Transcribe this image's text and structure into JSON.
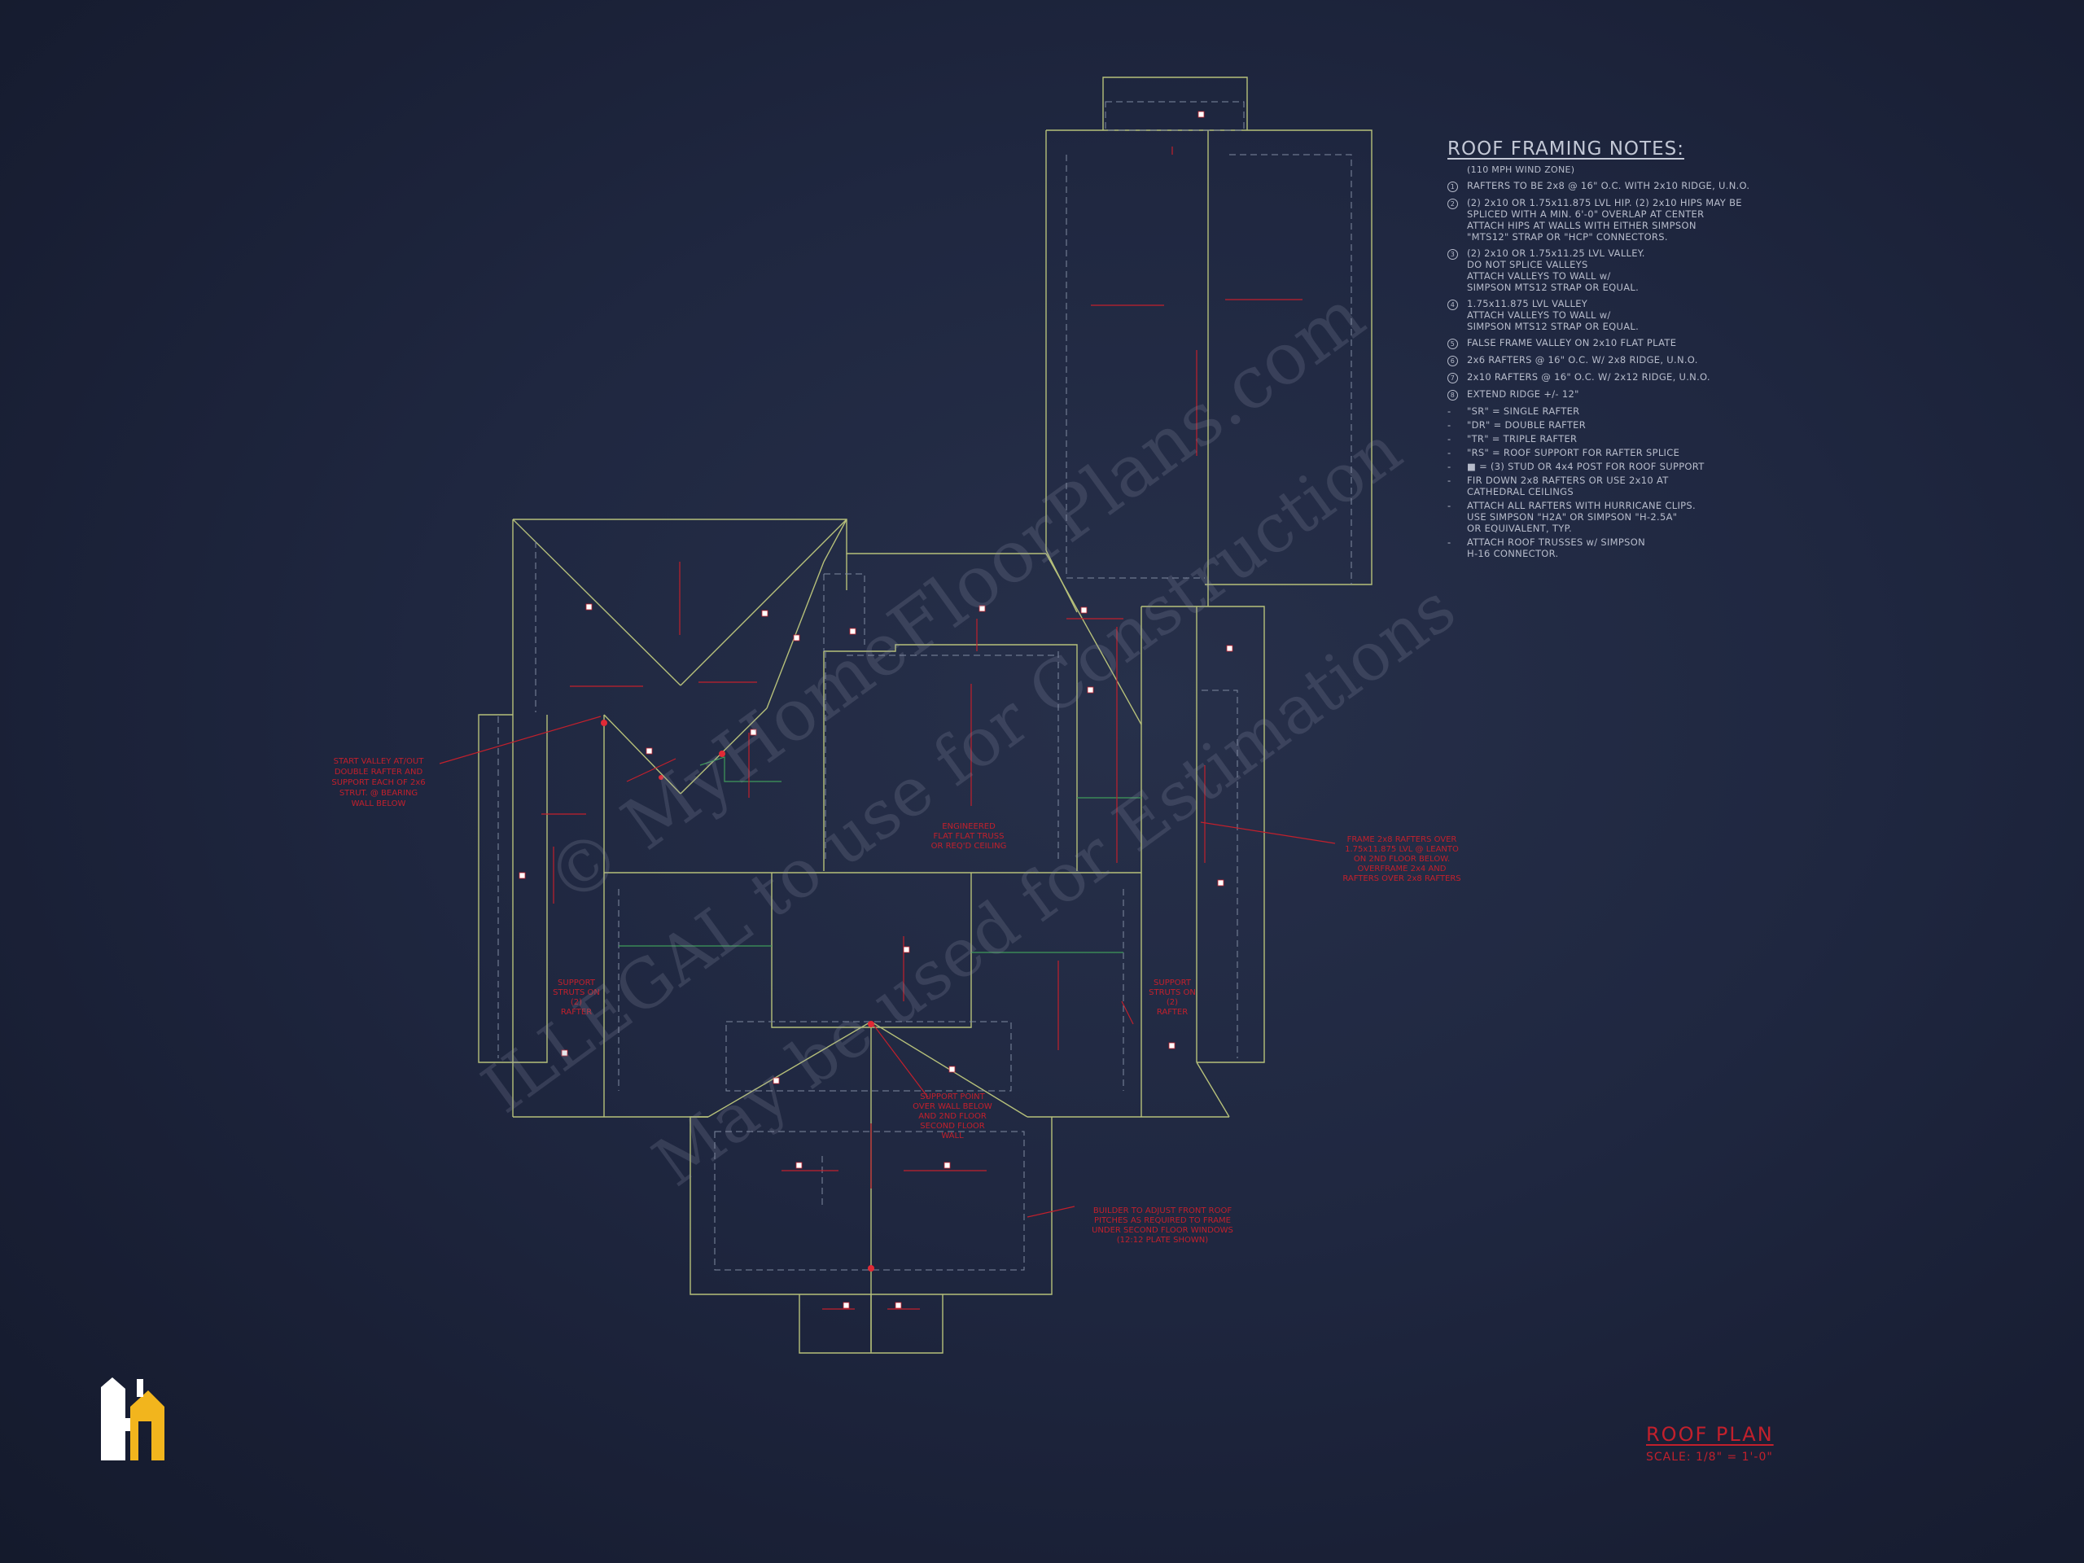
{
  "notes": {
    "title": "ROOF FRAMING NOTES:",
    "subtitle": "(110 MPH WIND ZONE)",
    "items": [
      {
        "marker": "1",
        "text": "RAFTERS TO BE 2x8 @ 16\" O.C. WITH 2x10 RIDGE, U.N.O."
      },
      {
        "marker": "2",
        "text": "(2) 2x10 OR 1.75x11.875 LVL HIP. (2) 2x10 HIPS MAY BE\nSPLICED WITH A MIN. 6'-0\" OVERLAP AT CENTER\nATTACH HIPS AT WALLS WITH EITHER SIMPSON\n\"MTS12\" STRAP OR \"HCP\" CONNECTORS."
      },
      {
        "marker": "3",
        "text": "(2) 2x10 OR 1.75x11.25 LVL VALLEY.\nDO NOT SPLICE VALLEYS\nATTACH VALLEYS TO WALL w/\nSIMPSON MTS12 STRAP OR EQUAL."
      },
      {
        "marker": "4",
        "text": "1.75x11.875 LVL VALLEY\nATTACH VALLEYS TO WALL w/\nSIMPSON MTS12 STRAP OR EQUAL."
      },
      {
        "marker": "5",
        "text": "FALSE FRAME VALLEY ON 2x10 FLAT PLATE"
      },
      {
        "marker": "6",
        "text": "2x6 RAFTERS @ 16\" O.C. W/ 2x8 RIDGE, U.N.O."
      },
      {
        "marker": "7",
        "text": "2x10 RAFTERS @ 16\" O.C. W/ 2x12 RIDGE, U.N.O."
      },
      {
        "marker": "8",
        "text": "EXTEND RIDGE +/- 12\""
      },
      {
        "marker": "-",
        "text": "\"SR\" = SINGLE RAFTER"
      },
      {
        "marker": "-",
        "text": "\"DR\" = DOUBLE RAFTER"
      },
      {
        "marker": "-",
        "text": "\"TR\" = TRIPLE RAFTER"
      },
      {
        "marker": "-",
        "text": "\"RS\" = ROOF SUPPORT FOR RAFTER SPLICE"
      },
      {
        "marker": "-",
        "text": "■ = (3) STUD OR 4x4 POST FOR ROOF SUPPORT"
      },
      {
        "marker": "-",
        "text": "FIR DOWN 2x8 RAFTERS OR USE 2x10 AT\nCATHEDRAL CEILINGS"
      },
      {
        "marker": "-",
        "text": "ATTACH ALL RAFTERS WITH HURRICANE CLIPS.\nUSE SIMPSON \"H2A\" OR SIMPSON \"H-2.5A\"\nOR EQUIVALENT, TYP."
      },
      {
        "marker": "-",
        "text": "ATTACH ROOF TRUSSES w/ SIMPSON\nH-16 CONNECTOR."
      }
    ]
  },
  "plan": {
    "title": "ROOF PLAN",
    "scale": "SCALE: 1/8\" = 1'-0\""
  },
  "watermark": {
    "line1": "© MyHomeFloorPlans.com",
    "line2": "ILLEGAL to use for Construction",
    "line3": "May be used for Estimations"
  },
  "colors": {
    "background": "#1f2740",
    "roof_line": "#b6c07a",
    "dash_line": "#7f8aa0",
    "annotation": "#c2202c",
    "notes_text": "#b7bccb",
    "logo_white": "#ffffff",
    "logo_yellow": "#f2b51d"
  },
  "icons": {
    "logo": "house-logo-icon",
    "post": "roof-support-post-icon"
  }
}
